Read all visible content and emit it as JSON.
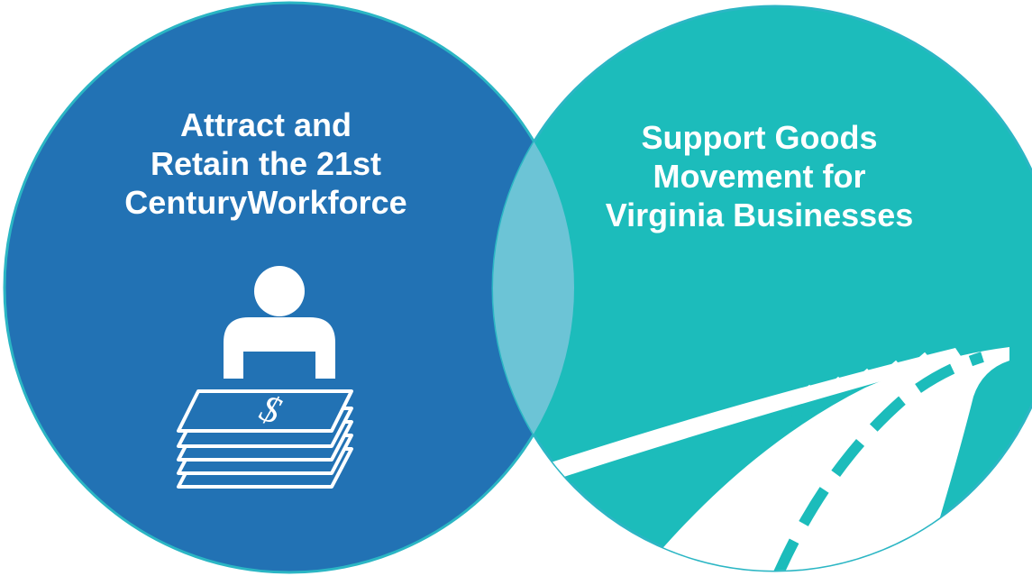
{
  "colors": {
    "left_circle": "#2272b4",
    "right_circle": "#1cbcbb",
    "overlap": "#6cc4d6",
    "outline": "#2bb6c4",
    "icon": "#ffffff"
  },
  "left_circle": {
    "title_lines": [
      "Attract and",
      "Retain the 21st",
      "CenturyWorkforce"
    ],
    "icon": "worker-with-money-stack-icon",
    "money_symbol": "$"
  },
  "right_circle": {
    "title_lines": [
      "Support Goods",
      "Movement for",
      "Virginia Businesses"
    ],
    "icon": "road-and-railroad-icon"
  }
}
